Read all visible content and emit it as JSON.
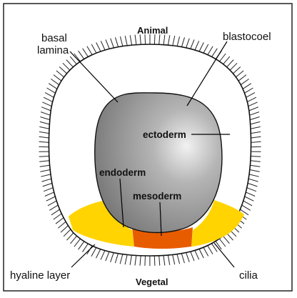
{
  "diagram": {
    "labels": {
      "animal": "Animal",
      "vegetal": "Vegetal",
      "basal_lamina_line1": "basal",
      "basal_lamina_line2": "lamina",
      "blastocoel": "blastocoel",
      "ectoderm": "ectoderm",
      "endoderm": "endoderm",
      "mesoderm": "mesoderm",
      "hyaline_layer": "hyaline layer",
      "cilia": "cilia"
    },
    "colors": {
      "frame": "#222222",
      "outline": "#111111",
      "blastocoel_fill_light": "#e6e6e6",
      "blastocoel_fill_dark": "#7e7e7e",
      "endoderm_yellow": "#ffd400",
      "mesoderm_orange": "#e85c00",
      "leader_line": "#000000"
    }
  }
}
